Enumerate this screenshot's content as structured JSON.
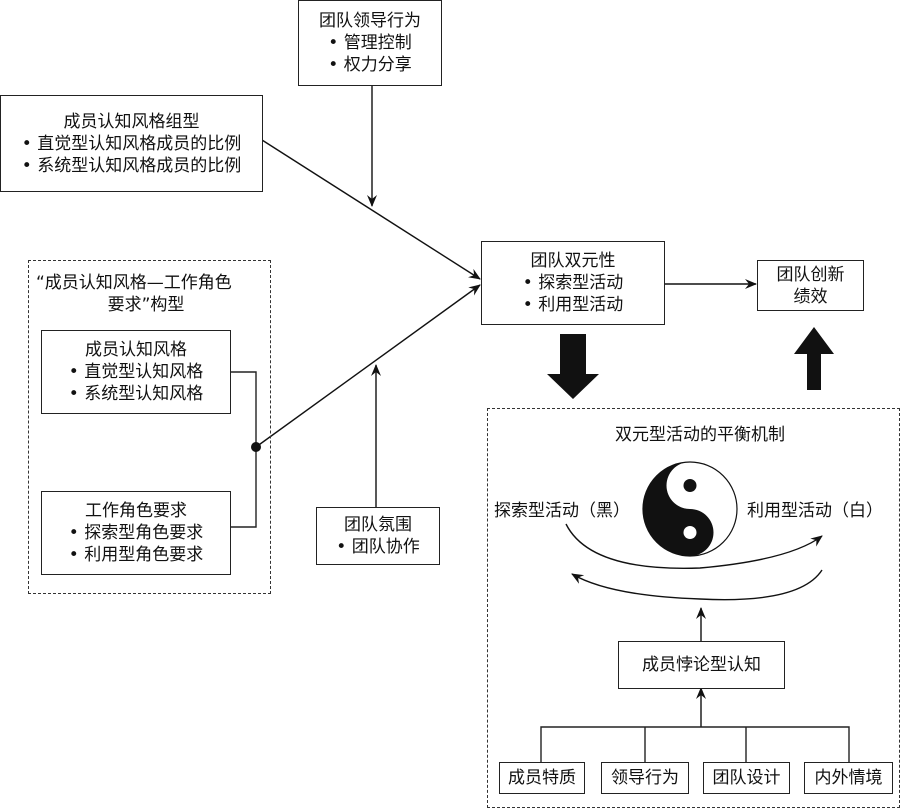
{
  "diagram": {
    "leadership": {
      "title": "团队领导行为",
      "items": [
        "• 管理控制",
        "• 权力分享"
      ]
    },
    "composition": {
      "title": "成员认知风格组型",
      "items": [
        "• 直觉型认知风格成员的比例",
        "• 系统型认知风格成员的比例"
      ]
    },
    "fit_group": {
      "title_line1": "“成员认知风格—工作角色",
      "title_line2": "要求”构型",
      "cognitive_style": {
        "title": "成员认知风格",
        "items": [
          "• 直觉型认知风格",
          "• 系统型认知风格"
        ]
      },
      "role_requirement": {
        "title": "工作角色要求",
        "items": [
          "• 探索型角色要求",
          "• 利用型角色要求"
        ]
      }
    },
    "climate": {
      "title": "团队氛围",
      "items": [
        "• 团队协作"
      ]
    },
    "ambidexterity": {
      "title": "团队双元性",
      "items": [
        "• 探索型活动",
        "• 利用型活动"
      ]
    },
    "performance": {
      "title_line1": "团队创新",
      "title_line2": "绩效"
    },
    "balance": {
      "title": "双元型活动的平衡机制",
      "left_label": "探索型活动（黑）",
      "right_label": "利用型活动（白）",
      "paradox": "成员悖论型认知",
      "antecedents": [
        "成员特质",
        "领导行为",
        "团队设计",
        "内外情境"
      ]
    }
  }
}
